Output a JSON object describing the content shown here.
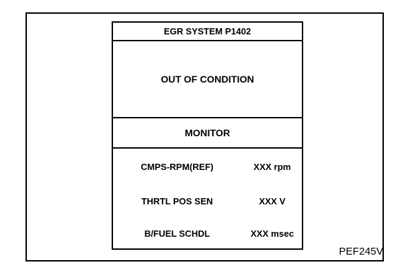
{
  "screen": {
    "title": "EGR SYSTEM P1402",
    "status": "OUT OF CONDITION",
    "monitor_label": "MONITOR",
    "items": [
      {
        "label": "CMPS-RPM(REF)",
        "value": "XXX rpm"
      },
      {
        "label": "THRTL POS SEN",
        "value": "XXX V"
      },
      {
        "label": "B/FUEL SCHDL",
        "value": "XXX msec"
      }
    ]
  },
  "figure_code": "PEF245V"
}
